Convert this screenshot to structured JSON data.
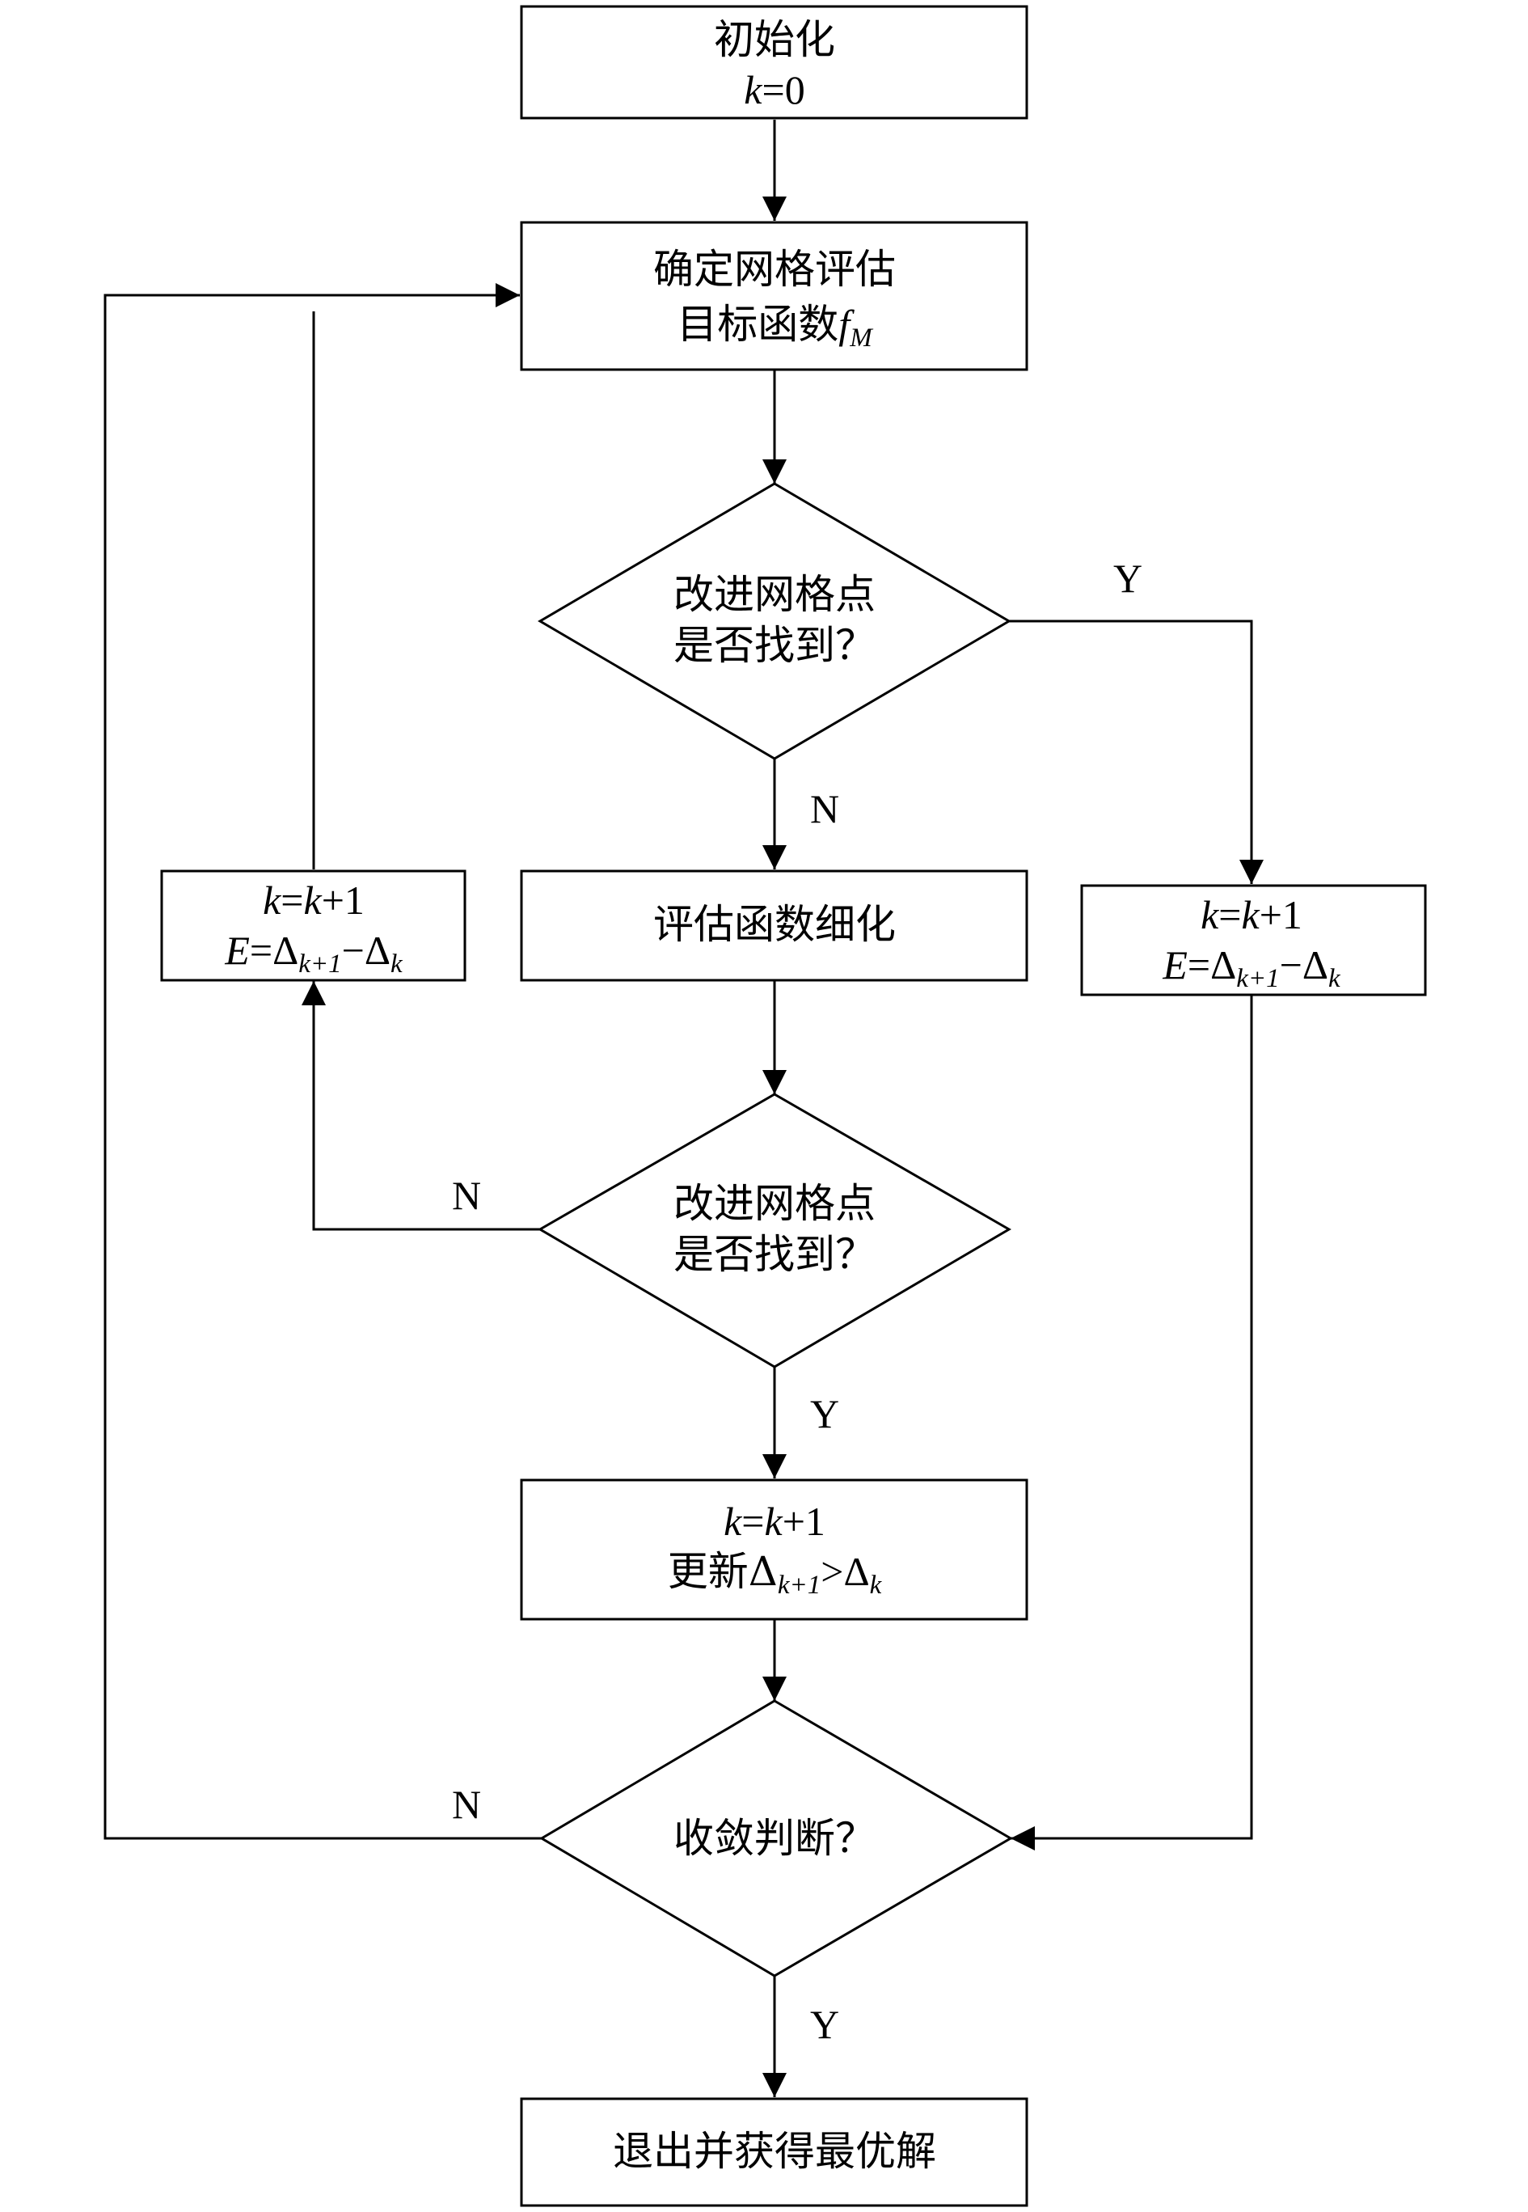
{
  "nodes": {
    "init": {
      "line1": "初始化",
      "var": "k",
      "eq": "=0"
    },
    "objective": {
      "line1": "确定网格评估",
      "line2": "目标函数",
      "f": "f",
      "f_sub": "M"
    },
    "decision1": {
      "line1": "改进网格点",
      "line2": "是否找到？"
    },
    "refine": {
      "text": "评估函数细化"
    },
    "decision2": {
      "line1": "改进网格点",
      "line2": "是否找到？"
    },
    "update": {
      "k1": "k",
      "eq": "=",
      "k2": "k",
      "plus1": "+1",
      "prefix": "更新Δ",
      "sub1": "k+1",
      "gt": ">Δ",
      "sub2": "k"
    },
    "converge": {
      "text": "收敛判断？"
    },
    "exit": {
      "text": "退出并获得最优解"
    },
    "left_box": {
      "k1": "k",
      "eq": "=",
      "k2": "k",
      "plus1": "+1",
      "E": "E",
      "eq2": "=Δ",
      "sub1": "k+1",
      "minus": "−Δ",
      "sub2": "k"
    },
    "right_box": {
      "k1": "k",
      "eq": "=",
      "k2": "k",
      "plus1": "+1",
      "E": "E",
      "eq2": "=Δ",
      "sub1": "k+1",
      "minus": "−Δ",
      "sub2": "k"
    }
  },
  "edge_labels": {
    "d1_yes": "Y",
    "d1_no": "N",
    "d2_no": "N",
    "d2_yes": "Y",
    "conv_no": "N",
    "conv_yes": "Y"
  }
}
